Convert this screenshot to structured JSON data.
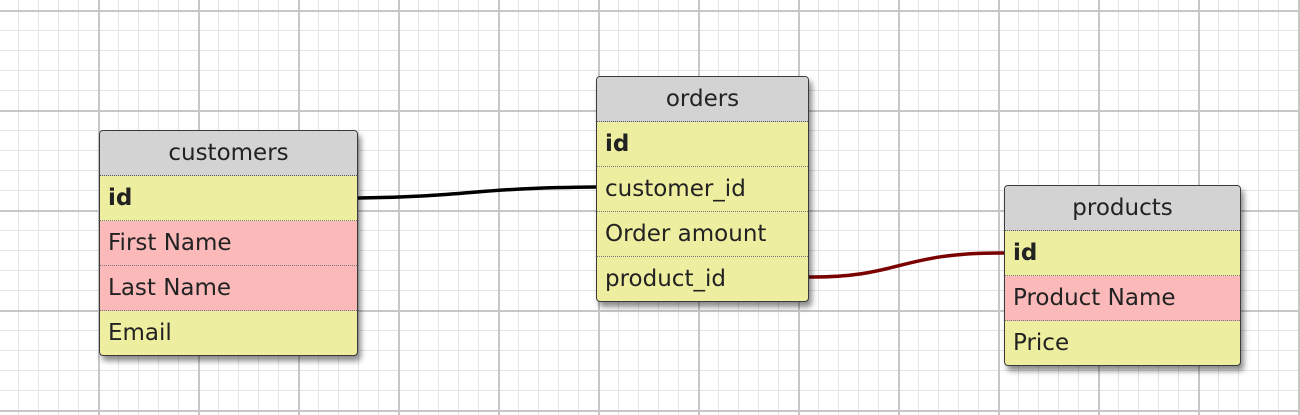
{
  "colors": {
    "link_customers_orders": "#000000",
    "link_orders_products": "#7a0000",
    "field_default_bg": "#eeeea0",
    "field_required_bg": "#fbb9b9",
    "header_bg": "#d3d3d3"
  },
  "tables": {
    "customers": {
      "title": "customers",
      "fields": [
        {
          "name": "id",
          "key": "primary"
        },
        {
          "name": "First Name",
          "key": "required"
        },
        {
          "name": "Last Name",
          "key": "required"
        },
        {
          "name": "Email",
          "key": "none"
        }
      ]
    },
    "orders": {
      "title": "orders",
      "fields": [
        {
          "name": "id",
          "key": "primary"
        },
        {
          "name": "customer_id",
          "key": "none"
        },
        {
          "name": "Order amount",
          "key": "none"
        },
        {
          "name": "product_id",
          "key": "none"
        }
      ]
    },
    "products": {
      "title": "products",
      "fields": [
        {
          "name": "id",
          "key": "primary"
        },
        {
          "name": "Product Name",
          "key": "required"
        },
        {
          "name": "Price",
          "key": "none"
        }
      ]
    }
  },
  "relations": [
    {
      "from": "customers.id",
      "to": "orders.customer_id",
      "color": "#000000"
    },
    {
      "from": "orders.product_id",
      "to": "products.id",
      "color": "#7a0000"
    }
  ]
}
